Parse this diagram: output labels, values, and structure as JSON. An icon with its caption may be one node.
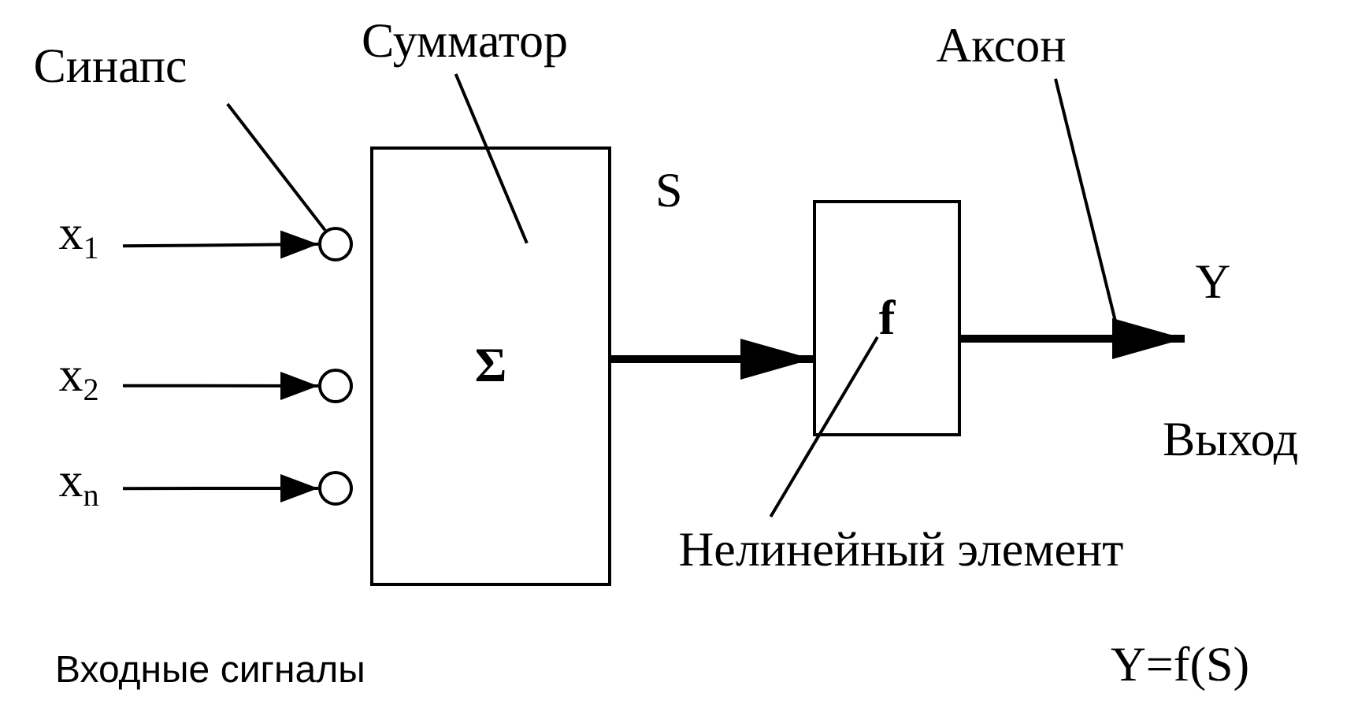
{
  "diagram": {
    "nodes": [
      {
        "text": [
          "x$_{1}$"
        ]
      },
      {
        "text": [
          "x$_{2}$"
        ]
      },
      {
        "text": [
          "x$_{n}$"
        ]
      },
      {
        "text": [],
        "shape": "circle"
      },
      {
        "text": [],
        "shape": "circle"
      },
      {
        "text": [],
        "shape": "circle"
      },
      {
        "text": [
          "Σ"
        ]
      },
      {
        "text": [
          "f"
        ]
      },
      {
        "text": [
          "Синапс"
        ]
      },
      {
        "text": [
          "Сумматор"
        ]
      },
      {
        "text": [
          "Аксон"
        ]
      },
      {
        "text": [
          "Нелинейный элемент"
        ]
      },
      {
        "text": [
          "Y"
        ],
        "beside": [
          "Выход"
        ]
      }
    ],
    "edges": [
      {
        "from": 0,
        "to": 3,
        "arrow": "to"
      },
      {
        "from": 1,
        "to": 4,
        "arrow": "to"
      },
      {
        "from": 2,
        "to": 5,
        "arrow": "to"
      },
      {
        "from": 6,
        "to": 7,
        "arrow": "to",
        "style": "thick"
      },
      {
        "from": 7,
        "to": 12,
        "arrow": "to",
        "style": "thick"
      },
      {
        "from": 8,
        "to": 3,
        "arrow": "none"
      },
      {
        "from": 9,
        "to": 6,
        "arrow": "none"
      },
      {
        "from": 10,
        "to": null,
        "arrow": "none"
      },
      {
        "from": 11,
        "to": 7,
        "arrow": "none"
      }
    ],
    "labels": [
      "S",
      "Входные сигналы",
      "Y=f(S)"
    ]
  }
}
